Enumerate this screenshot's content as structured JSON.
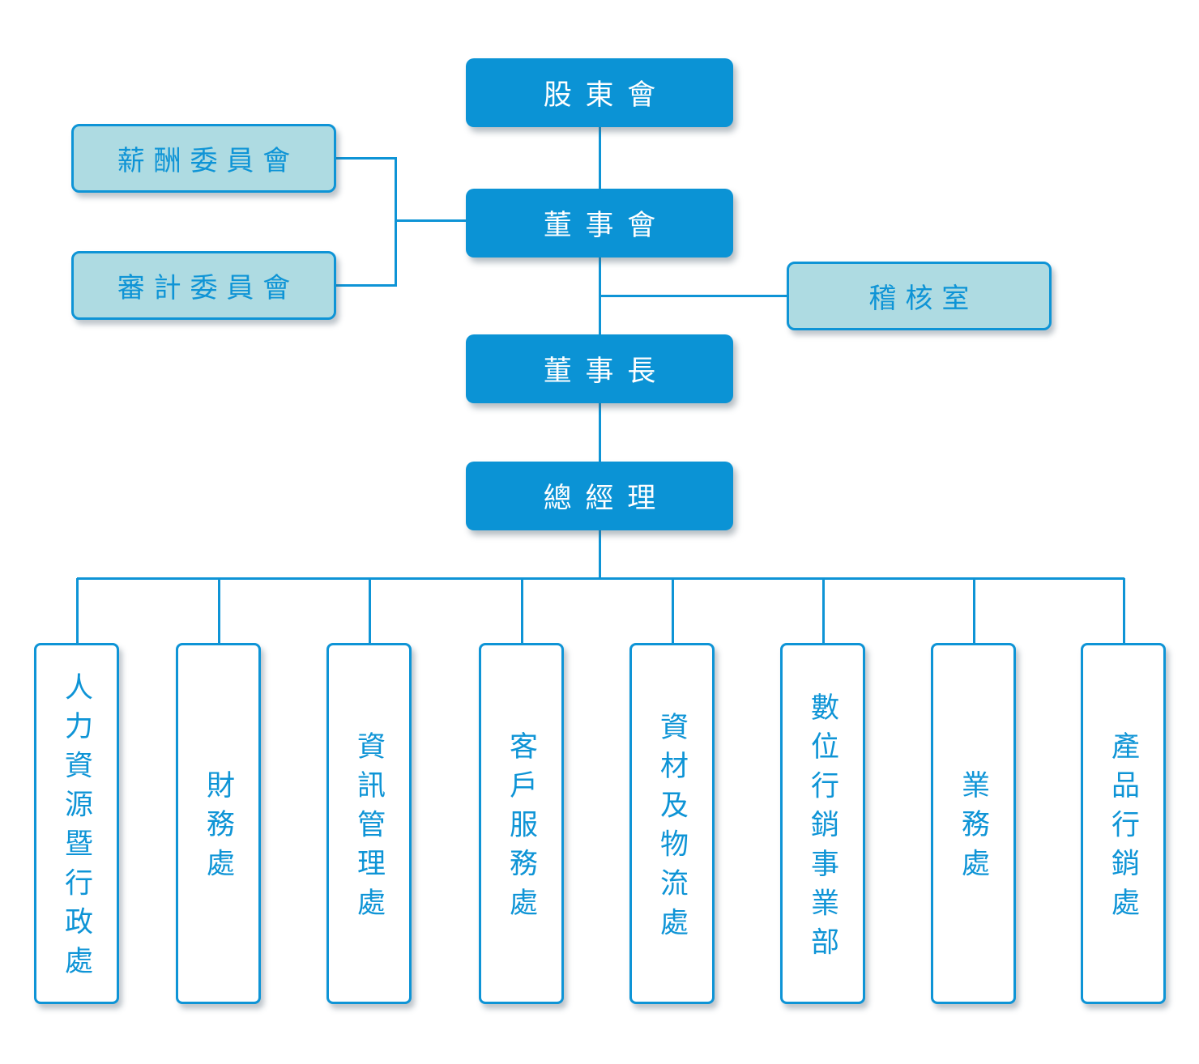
{
  "org_chart": {
    "type": "org-chart",
    "top_chain": [
      {
        "label": "股東會"
      },
      {
        "label": "董事會"
      },
      {
        "label": "董事長"
      },
      {
        "label": "總經理"
      }
    ],
    "committees": [
      {
        "label": "薪酬委員會"
      },
      {
        "label": "審計委員會"
      }
    ],
    "staff_units": [
      {
        "label": "稽核室"
      }
    ],
    "departments": [
      {
        "label": "人力資源暨行政處"
      },
      {
        "label": "財務處"
      },
      {
        "label": "資訊管理處"
      },
      {
        "label": "客戶服務處"
      },
      {
        "label": "資材及物流處"
      },
      {
        "label": "數位行銷事業部"
      },
      {
        "label": "業務處"
      },
      {
        "label": "產品行銷處"
      }
    ],
    "colors": {
      "solid_box_fill": "#0b93d5",
      "solid_box_text": "#ffffff",
      "light_box_fill": "#aedbe2",
      "line_and_border": "#0e94d6",
      "department_text": "#0e94d6",
      "background": "#ffffff"
    }
  }
}
